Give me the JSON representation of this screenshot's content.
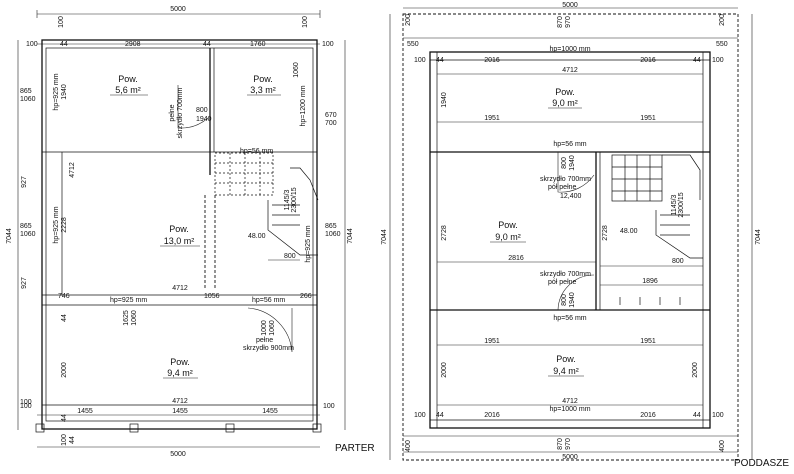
{
  "parter": {
    "title": "PARTER",
    "dims": {
      "top_total": "5000",
      "top_left": "100",
      "top_right": "100",
      "row2_left_a": "100",
      "row2_left_b": "44",
      "row2_mid": "2908",
      "row2_mid2": "44",
      "row2_mid3": "1760",
      "row2_right": "100",
      "left_total": "7044",
      "left_865a": "865",
      "left_1060a": "1060",
      "left_927a": "927",
      "left_927b": "927",
      "left_865b": "865",
      "left_1060b": "1060",
      "left_2000": "2000",
      "left_44a": "44",
      "left_44b": "44",
      "left_100": "100",
      "hp_925a": "hp=925 mm",
      "hp_1940": "1940",
      "hp_925b": "hp=925 mm",
      "hp_2228": "2228",
      "inner_4712": "4712",
      "right_total": "7044",
      "right_670": "670",
      "right_700": "700",
      "right_865": "865",
      "right_1060": "1060",
      "hp_1200": "hp=1200 mm",
      "r1060": "1060",
      "r800": "800",
      "hp56a": "hp=56 mm",
      "mid_4712": "4712",
      "mid_746": "746",
      "hp925c": "hp=925 mm",
      "mid_1056": "1056",
      "hp56b": "hp=56 mm",
      "mid_266": "266",
      "d1625": "1625",
      "d1060": "1060",
      "d1000": "1000",
      "d1060b": "1060",
      "bot_4712": "4712",
      "bot_1455a": "1455",
      "bot_1455b": "1455",
      "bot_1455c": "1455",
      "bot_100": "100",
      "bot_100b": "100",
      "bot_total": "5000",
      "bot_44": "44",
      "bot_100c": "100",
      "stair_dims": "1145/3",
      "stair_dims2": "2300/15",
      "stair_48": "48.00",
      "stair_800": "800",
      "d_800": "800"
    },
    "rooms": [
      {
        "label": "Pow.",
        "area": "5,6 m²"
      },
      {
        "label": "Pow.",
        "area": "3,3 m²"
      },
      {
        "label": "Pow.",
        "area": "13,0 m²"
      },
      {
        "label": "Pow.",
        "area": "9,4 m²"
      }
    ],
    "door_notes": {
      "a1": "pełne",
      "a2": "skrzydło 700mm",
      "b1": "pełne",
      "b2": "skrzydło 900mm",
      "c_940": "1940",
      "c_800": "800"
    }
  },
  "poddasze": {
    "title": "PODDASZE",
    "dims": {
      "top_total": "5000",
      "t200a": "200",
      "t200b": "200",
      "t870": "870",
      "t970": "970",
      "t550a": "550",
      "t550b": "550",
      "hp1000a": "hp=1000 mm",
      "t100a": "100",
      "t44a": "44",
      "t2016a": "2016",
      "t2016b": "2016",
      "t44b": "44",
      "t100b": "100",
      "t4712": "4712",
      "l1940": "1940",
      "l1951a": "1951",
      "r1951a": "1951",
      "hp56a": "hp=56 mm",
      "l7044": "7044",
      "r7044": "7044",
      "l2728": "2728",
      "r2728": "2728",
      "s800": "800",
      "s1940": "1940",
      "skrz_a": "skrzydło 700mm",
      "pol_a": "pół pełne",
      "d2400": "12,400",
      "s48": "48.00",
      "s800b": "800",
      "s1896": "1896",
      "s2816": "2816",
      "skrz_b": "skrzydło 700mm",
      "pol_b": "pół pełne",
      "s800c": "800",
      "s1940b": "1940",
      "hp56b": "hp=56 mm",
      "l1951b": "1951",
      "r1951b": "1951",
      "l2000": "2000",
      "r2000": "2000",
      "b4712": "4712",
      "hp1000b": "hp=1000 mm",
      "b2016a": "2016",
      "b2016b": "2016",
      "b100": "100",
      "b44": "44",
      "b44b": "44",
      "b100b": "100",
      "b400a": "400",
      "b400b": "400",
      "b870": "870",
      "b970": "970",
      "btotal": "5000",
      "stair_dims": "1145/3",
      "stair_dims2": "2300/15"
    },
    "rooms": [
      {
        "label": "Pow.",
        "area": "9,0 m²"
      },
      {
        "label": "Pow.",
        "area": "9,0 m²"
      },
      {
        "label": "Pow.",
        "area": "9,4 m²"
      }
    ]
  },
  "colors": {
    "line": "#111111",
    "background": "#ffffff"
  }
}
